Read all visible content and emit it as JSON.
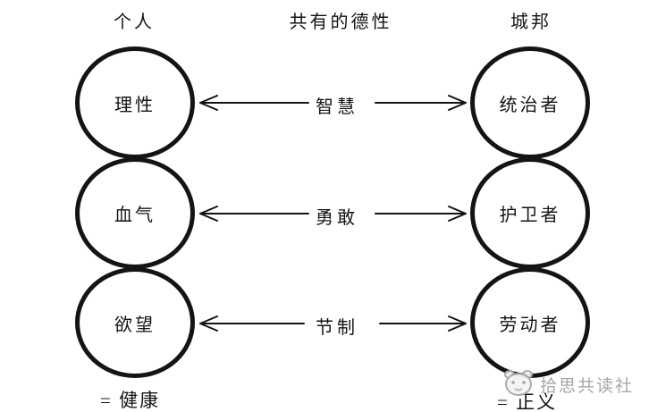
{
  "diagram": {
    "headers": {
      "individual": "个人",
      "shared_virtues": "共有的德性",
      "city": "城邦"
    },
    "individual": {
      "parts": [
        "理性",
        "血气",
        "欲望"
      ],
      "equation": "= 健康"
    },
    "city": {
      "parts": [
        "统治者",
        "护卫者",
        "劳动者"
      ],
      "equation": "= 正义"
    },
    "virtues": [
      "智慧",
      "勇敢",
      "节制"
    ]
  },
  "watermark": {
    "text": "拾思共读社",
    "logo": "mascot-icon"
  },
  "colors": {
    "ink": "#141414",
    "watermark_gray": "#a3a3a3",
    "background": "#ffffff"
  }
}
